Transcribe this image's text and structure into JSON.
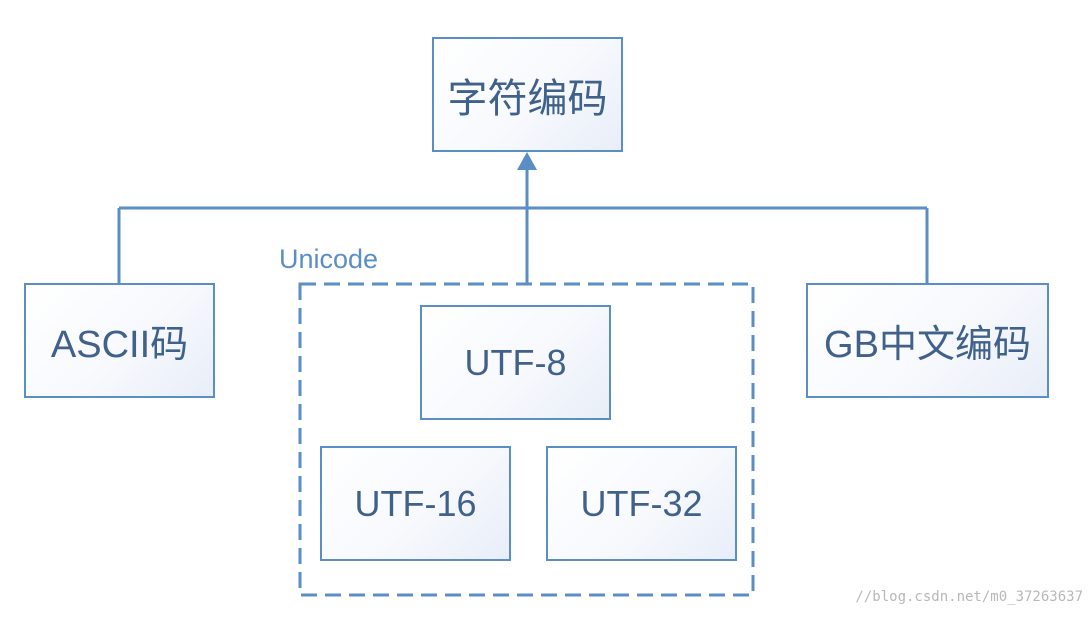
{
  "diagram": {
    "root": {
      "label": "字符编码"
    },
    "children": [
      {
        "id": "ascii",
        "label": "ASCII码"
      },
      {
        "id": "unicode",
        "label": "Unicode"
      },
      {
        "id": "gb",
        "label": "GB中文编码"
      }
    ],
    "unicode_group": {
      "label": "Unicode",
      "items": [
        {
          "label": "UTF-8"
        },
        {
          "label": "UTF-16"
        },
        {
          "label": "UTF-32"
        }
      ]
    }
  },
  "colors": {
    "line": "#5b8ec4",
    "text": "#40618a",
    "watermark": "#b8b8b8"
  },
  "watermark": "//blog.csdn.net/m0_37263637"
}
